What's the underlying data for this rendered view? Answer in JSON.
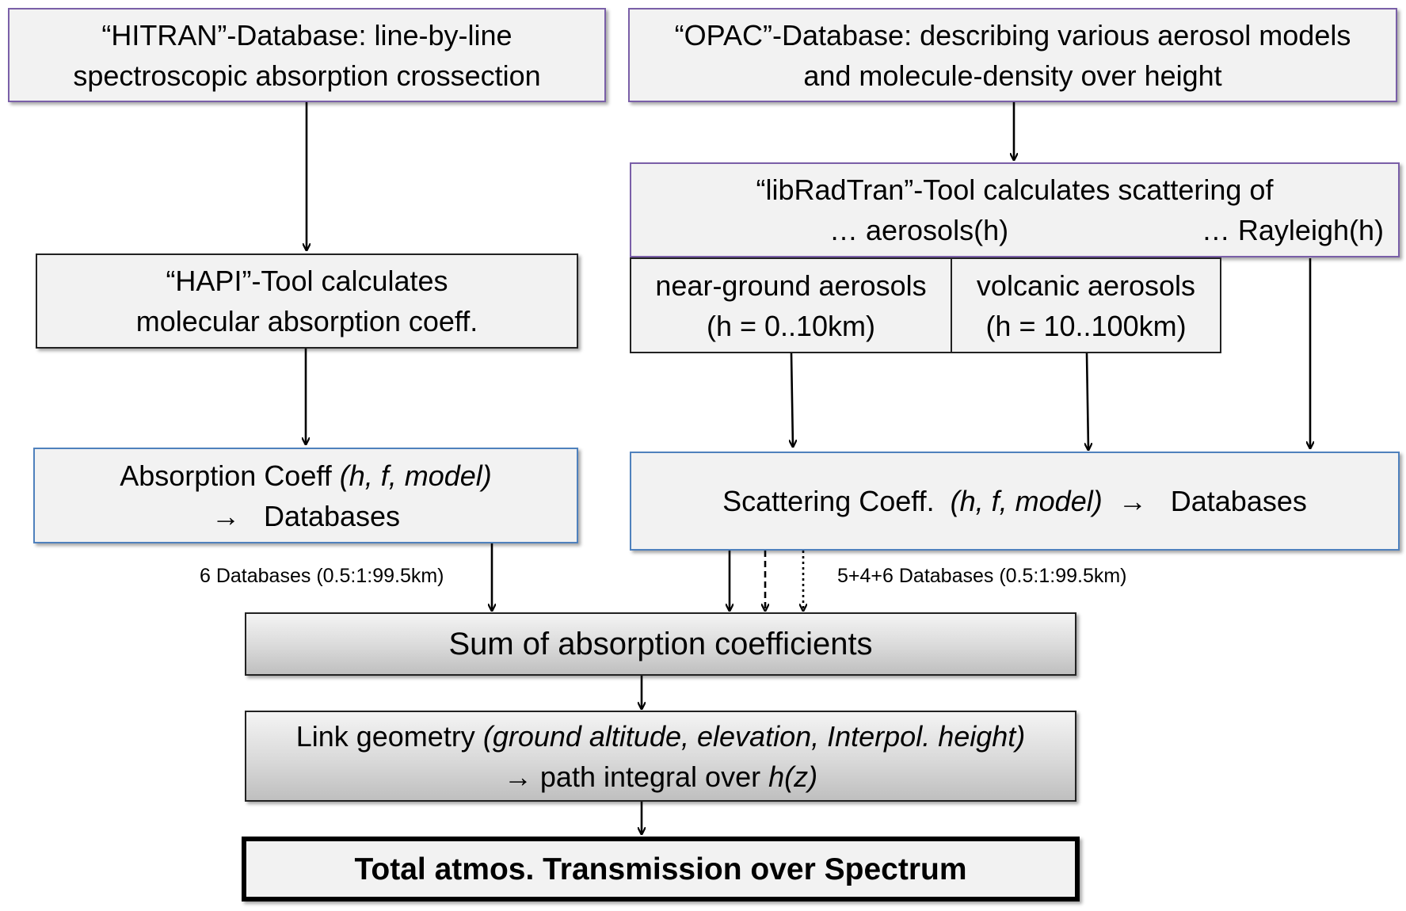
{
  "hitran": {
    "line1": "“HITRAN”-Database:  line-by-line",
    "line2": "spectroscopic  absorption  crossection"
  },
  "opac": {
    "line1": "“OPAC”-Database:  describing  various  aerosol  models",
    "line2": "and  molecule-density  over  height"
  },
  "hapi": {
    "line1": "“HAPI”-Tool  calculates",
    "line2": "molecular  absorption  coeff."
  },
  "libradtran": {
    "line1": "“libRadTran”-Tool  calculates scattering  of",
    "aerosols": "… aerosols(h)",
    "rayleigh": "… Rayleigh(h)"
  },
  "near_ground": {
    "line1": "near-ground  aerosols",
    "line2": "(h = 0..10km)"
  },
  "volcanic": {
    "line1": "volcanic aerosols",
    "line2": "(h = 10..100km)"
  },
  "absorption": {
    "label": "Absorption  Coeff",
    "params": "(h,  f,  model)",
    "arrow": "→",
    "target": "Databases"
  },
  "scattering": {
    "label": "Scattering  Coeff.",
    "params": "(h,  f,  model)",
    "arrow": "→",
    "target": "Databases"
  },
  "label_left": "6 Databases (0.5:1:99.5km)",
  "label_right": "5+4+6 Databases (0.5:1:99.5km)",
  "sum": "Sum of absorption coefficients",
  "link": {
    "label": "Link geometry",
    "params": "(ground altitude, elevation, Interpol. height)",
    "arrow": "→",
    "path": "path integral over",
    "var": "h(z)"
  },
  "total": "Total atmos. Transmission over Spectrum"
}
